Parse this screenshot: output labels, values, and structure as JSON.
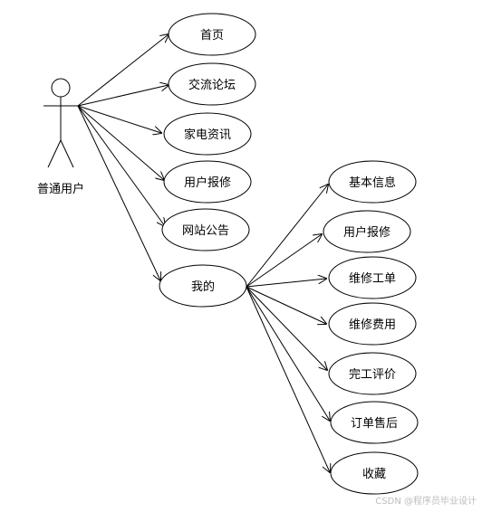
{
  "actor": {
    "label": "普通用户"
  },
  "use_cases": {
    "home": "首页",
    "forum": "交流论坛",
    "appliance_news": "家电资讯",
    "user_repair": "用户报修",
    "site_notice": "网站公告",
    "mine": "我的"
  },
  "sub_use_cases": {
    "basic_info": "基本信息",
    "user_repair": "用户报修",
    "repair_order": "维修工单",
    "repair_fee": "维修费用",
    "completion_review": "完工评价",
    "after_sales": "订单售后",
    "favorites": "收藏"
  },
  "watermark": "CSDN @程序员毕业设计"
}
